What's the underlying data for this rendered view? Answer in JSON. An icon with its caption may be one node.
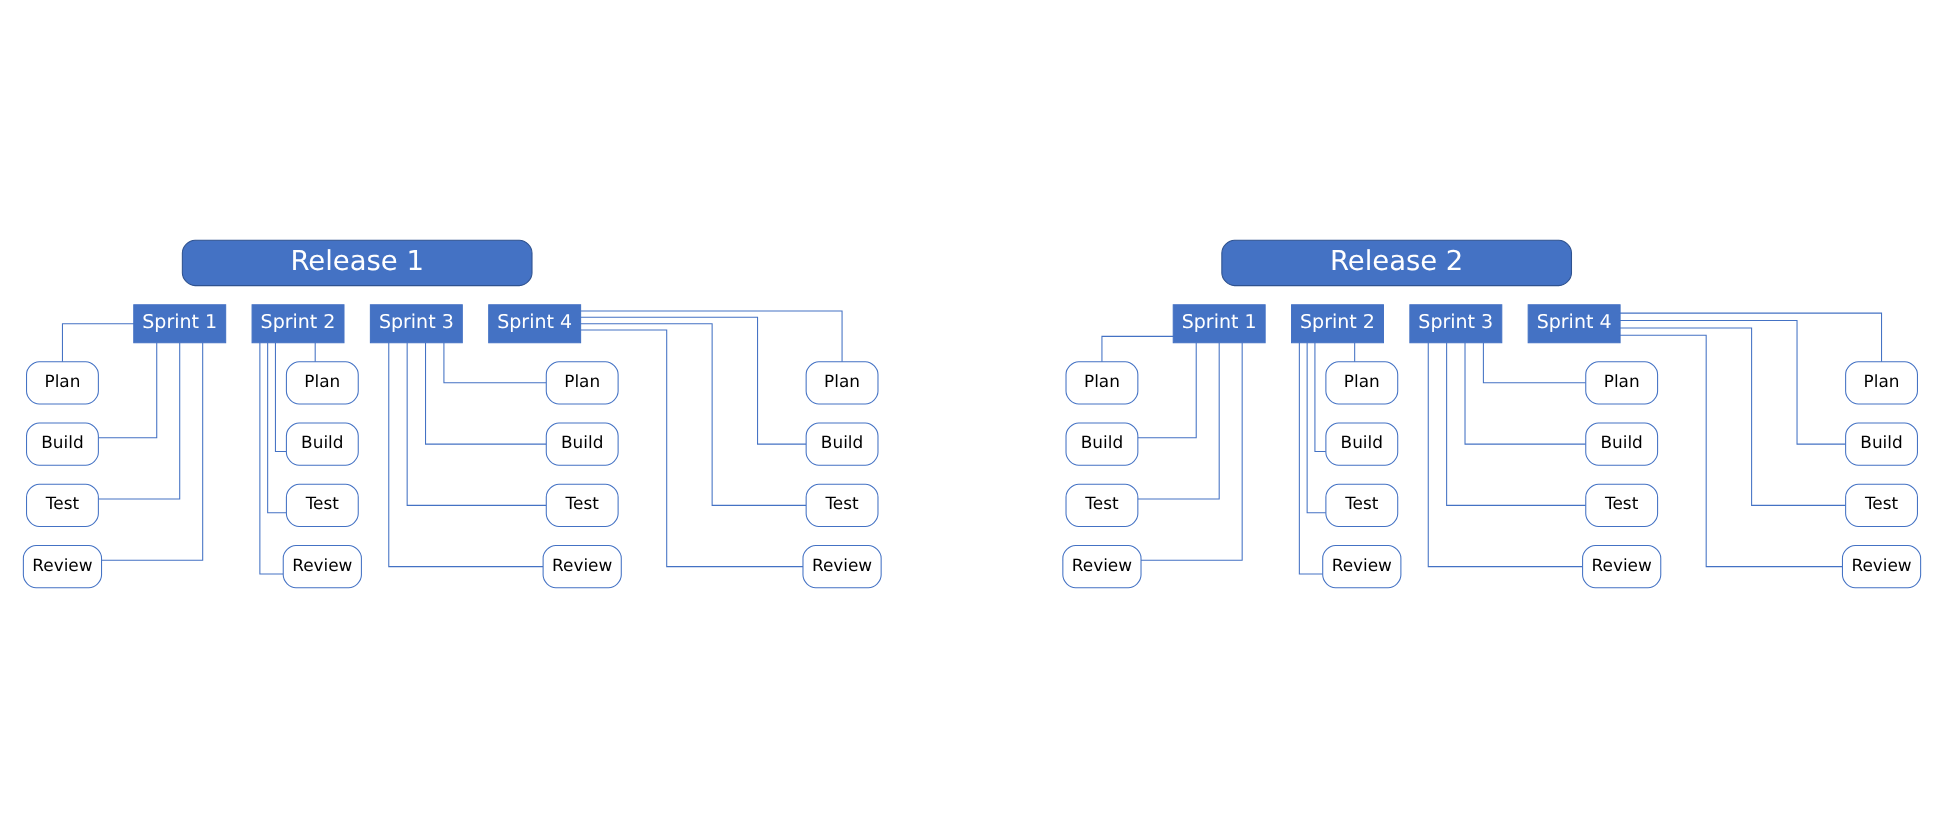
{
  "diagram": {
    "nodes": [
      {
        "text": [
          "Release 1"
        ]
      },
      {
        "text": [
          "Release 2"
        ]
      },
      {
        "text": [
          "Sprint 1"
        ]
      },
      {
        "text": [
          "Plan"
        ]
      },
      {
        "text": [
          "Build"
        ]
      },
      {
        "text": [
          "Test"
        ]
      },
      {
        "text": [
          "Review"
        ]
      },
      {
        "text": [
          "Sprint 2"
        ]
      },
      {
        "text": [
          "Plan"
        ]
      },
      {
        "text": [
          "Build"
        ]
      },
      {
        "text": [
          "Test"
        ]
      },
      {
        "text": [
          "Review"
        ]
      },
      {
        "text": [
          "Sprint 3"
        ]
      },
      {
        "text": [
          "Plan"
        ]
      },
      {
        "text": [
          "Build"
        ]
      },
      {
        "text": [
          "Test"
        ]
      },
      {
        "text": [
          "Review"
        ]
      },
      {
        "text": [
          "Sprint 4"
        ]
      },
      {
        "text": [
          "Plan"
        ]
      },
      {
        "text": [
          "Build"
        ]
      },
      {
        "text": [
          "Test"
        ]
      },
      {
        "text": [
          "Review"
        ]
      },
      {
        "text": [
          "Sprint 1"
        ]
      },
      {
        "text": [
          "Plan"
        ]
      },
      {
        "text": [
          "Build"
        ]
      },
      {
        "text": [
          "Test"
        ]
      },
      {
        "text": [
          "Review"
        ]
      },
      {
        "text": [
          "Sprint 2"
        ]
      },
      {
        "text": [
          "Plan"
        ]
      },
      {
        "text": [
          "Build"
        ]
      },
      {
        "text": [
          "Test"
        ]
      },
      {
        "text": [
          "Review"
        ]
      },
      {
        "text": [
          "Sprint 3"
        ]
      },
      {
        "text": [
          "Plan"
        ]
      },
      {
        "text": [
          "Build"
        ]
      },
      {
        "text": [
          "Test"
        ]
      },
      {
        "text": [
          "Review"
        ]
      },
      {
        "text": [
          "Sprint 4"
        ]
      },
      {
        "text": [
          "Plan"
        ]
      },
      {
        "text": [
          "Build"
        ]
      },
      {
        "text": [
          "Test"
        ]
      },
      {
        "text": [
          "Review"
        ]
      }
    ],
    "edges": [
      {
        "from": 2,
        "to": 3,
        "arrow": "none"
      },
      {
        "from": 2,
        "to": 4,
        "arrow": "none"
      },
      {
        "from": 2,
        "to": 5,
        "arrow": "none"
      },
      {
        "from": 2,
        "to": 6,
        "arrow": "none"
      },
      {
        "from": 7,
        "to": 8,
        "arrow": "none"
      },
      {
        "from": 7,
        "to": 9,
        "arrow": "none"
      },
      {
        "from": 7,
        "to": 10,
        "arrow": "none"
      },
      {
        "from": 7,
        "to": 11,
        "arrow": "none"
      },
      {
        "from": 12,
        "to": 13,
        "arrow": "none"
      },
      {
        "from": 12,
        "to": 14,
        "arrow": "none"
      },
      {
        "from": 12,
        "to": 15,
        "arrow": "none"
      },
      {
        "from": 12,
        "to": 16,
        "arrow": "none"
      },
      {
        "from": 17,
        "to": 18,
        "arrow": "none"
      },
      {
        "from": 17,
        "to": 19,
        "arrow": "none"
      },
      {
        "from": 17,
        "to": 20,
        "arrow": "none"
      },
      {
        "from": 17,
        "to": 21,
        "arrow": "none"
      },
      {
        "from": 22,
        "to": 23,
        "arrow": "none"
      },
      {
        "from": 22,
        "to": 24,
        "arrow": "none"
      },
      {
        "from": 22,
        "to": 25,
        "arrow": "none"
      },
      {
        "from": 22,
        "to": 26,
        "arrow": "none"
      },
      {
        "from": 27,
        "to": 28,
        "arrow": "none"
      },
      {
        "from": 27,
        "to": 29,
        "arrow": "none"
      },
      {
        "from": 27,
        "to": 30,
        "arrow": "none"
      },
      {
        "from": 27,
        "to": 31,
        "arrow": "none"
      },
      {
        "from": 32,
        "to": 33,
        "arrow": "none"
      },
      {
        "from": 32,
        "to": 34,
        "arrow": "none"
      },
      {
        "from": 32,
        "to": 35,
        "arrow": "none"
      },
      {
        "from": 32,
        "to": 36,
        "arrow": "none"
      },
      {
        "from": 37,
        "to": 38,
        "arrow": "none"
      },
      {
        "from": 37,
        "to": 39,
        "arrow": "none"
      },
      {
        "from": 37,
        "to": 40,
        "arrow": "none"
      },
      {
        "from": 37,
        "to": 41,
        "arrow": "none"
      }
    ]
  }
}
